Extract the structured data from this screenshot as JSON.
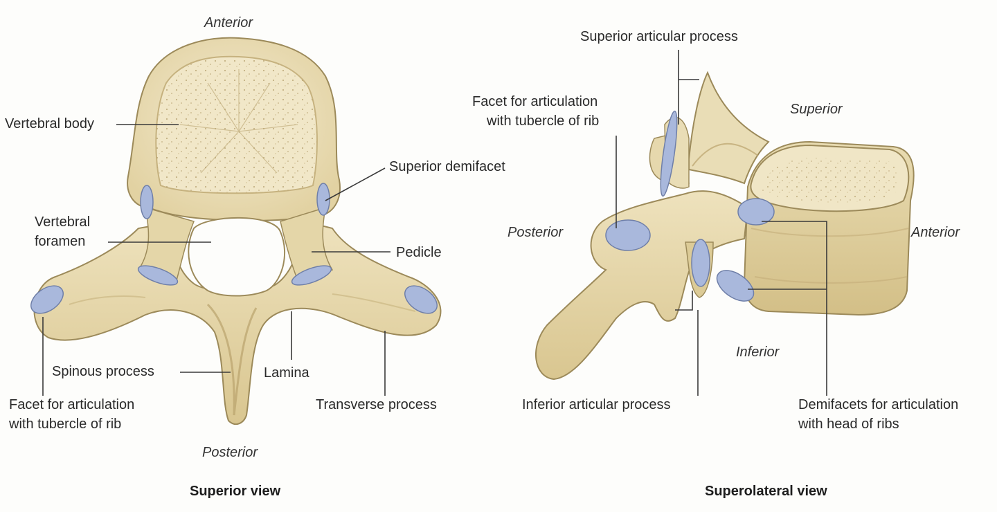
{
  "left_view": {
    "caption": "Superior view",
    "orient_anterior": "Anterior",
    "orient_posterior": "Posterior",
    "labels": {
      "vertebral_body": "Vertebral body",
      "superior_demifacet": "Superior demifacet",
      "vertebral_foramen_1": "Vertebral",
      "vertebral_foramen_2": "foramen",
      "pedicle": "Pedicle",
      "spinous_process": "Spinous process",
      "lamina": "Lamina",
      "facet_rib_1": "Facet for articulation",
      "facet_rib_2": "with tubercle of rib",
      "transverse_process": "Transverse process"
    }
  },
  "right_view": {
    "caption": "Superolateral view",
    "orient_superior": "Superior",
    "orient_inferior": "Inferior",
    "orient_anterior": "Anterior",
    "orient_posterior": "Posterior",
    "labels": {
      "superior_articular_process": "Superior articular process",
      "facet_rib_1": "Facet for articulation",
      "facet_rib_2": "with tubercle of rib",
      "inferior_articular_process": "Inferior articular process",
      "demifacets_1": "Demifacets for articulation",
      "demifacets_2": "with head of ribs"
    }
  },
  "colors": {
    "bone": "#e8dbb0",
    "bone_shadow": "#c9b47d",
    "bone_outline": "#9c8a5a",
    "facet": "#a9b8dc",
    "leader": "#3a3a3a"
  }
}
